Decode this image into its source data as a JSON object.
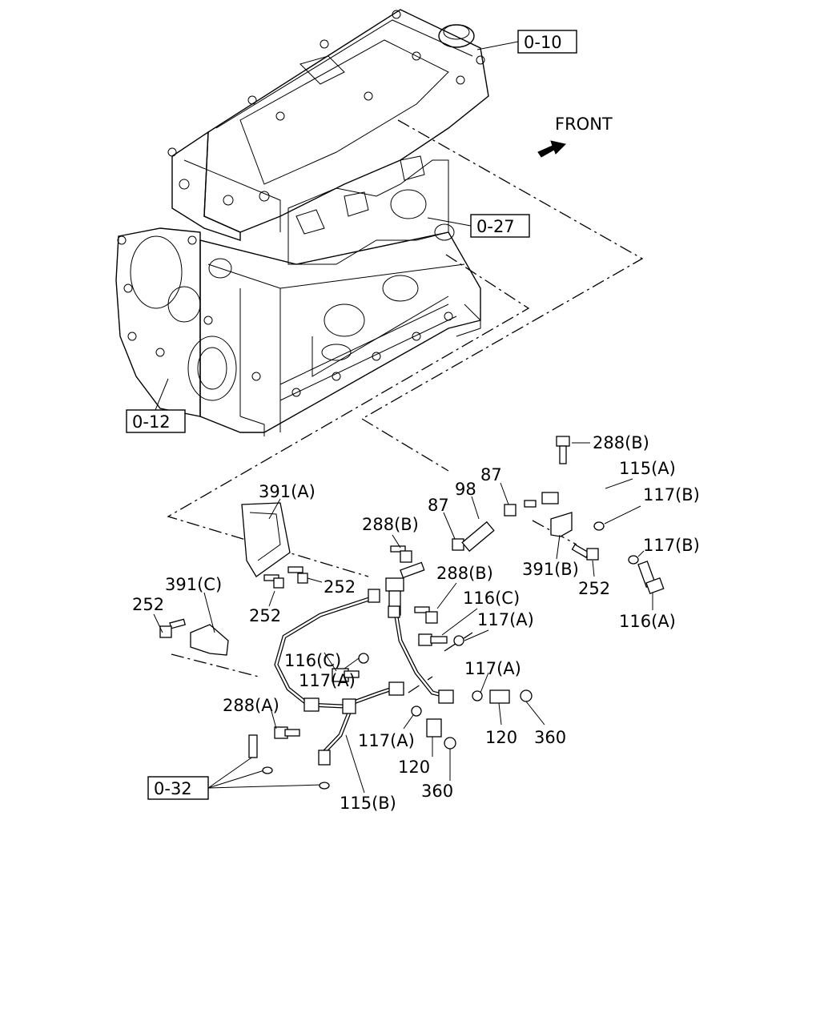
{
  "direction_label": "FRONT",
  "refs": {
    "head": "0-10",
    "manifold": "0-27",
    "block": "0-12",
    "bottom": "0-32"
  },
  "callouts": {
    "c288b_top": "288(B)",
    "c115a": "115(A)",
    "c117b_1": "117(B)",
    "c117b_2": "117(B)",
    "c87_1": "87",
    "c87_2": "87",
    "c98": "98",
    "c391a": "391(A)",
    "c288b_mid": "288(B)",
    "c288b_low": "288(B)",
    "c391b": "391(B)",
    "c252_r": "252",
    "c116a": "116(A)",
    "c252_a": "252",
    "c252_b": "252",
    "c391c": "391(C)",
    "c252_c": "252",
    "c116c_1": "116(C)",
    "c117a_1": "117(A)",
    "c116c_2": "116(C)",
    "c117a_2": "117(A)",
    "c117a_3": "117(A)",
    "c288a": "288(A)",
    "c117a_4": "117(A)",
    "c120_1": "120",
    "c360_1": "360",
    "c120_2": "120",
    "c360_2": "360",
    "c115b": "115(B)"
  }
}
